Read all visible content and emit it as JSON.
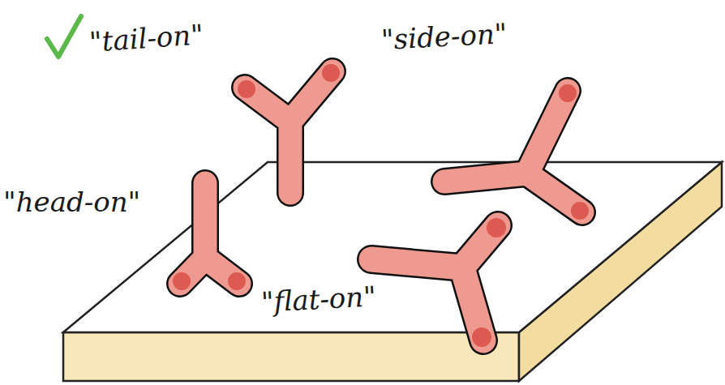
{
  "diagram": {
    "labels": [
      "\"tail-on\"",
      "\"side-on\"",
      "\"head-on\"",
      "\"flat-on\""
    ]
  }
}
